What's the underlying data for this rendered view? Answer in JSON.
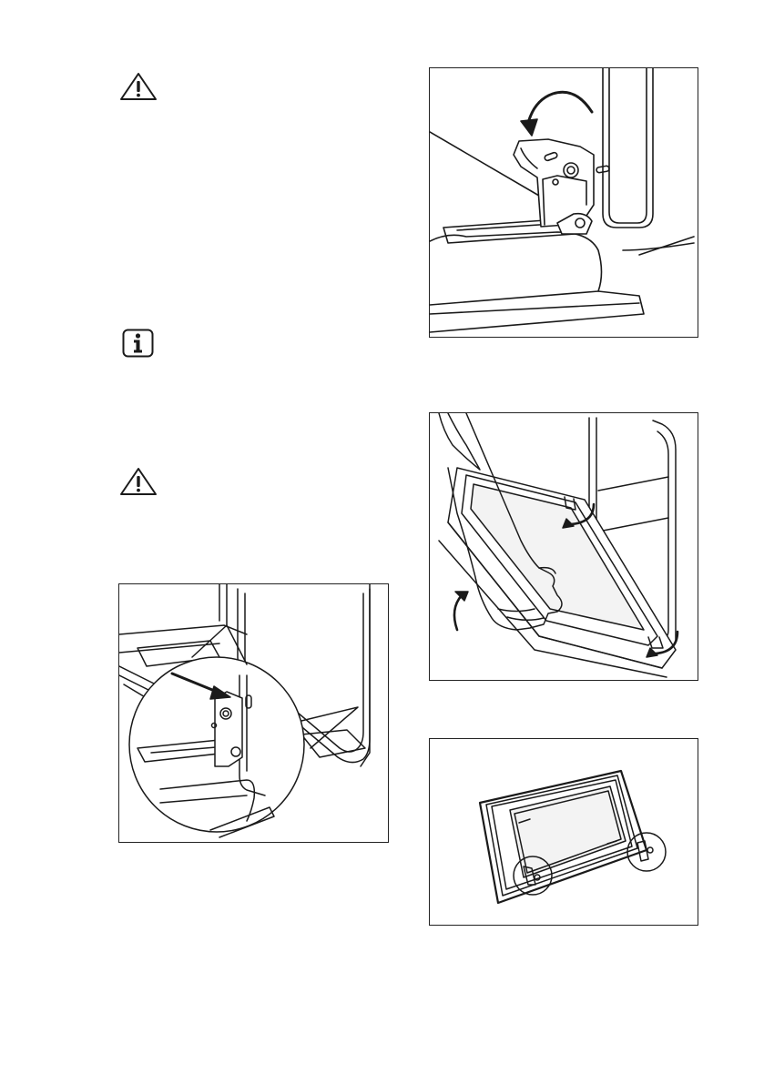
{
  "page": {
    "icons": [
      "warning-icon",
      "info-icon",
      "warning-icon"
    ],
    "figures": [
      "hinge-lever-rotate-illustration",
      "hinge-lever-press-illustration",
      "door-lift-off-illustration",
      "door-on-surface-illustration"
    ]
  },
  "colors": {
    "ink": "#1a1a1a",
    "paper": "#ffffff",
    "glass": "#f3f3f3"
  }
}
